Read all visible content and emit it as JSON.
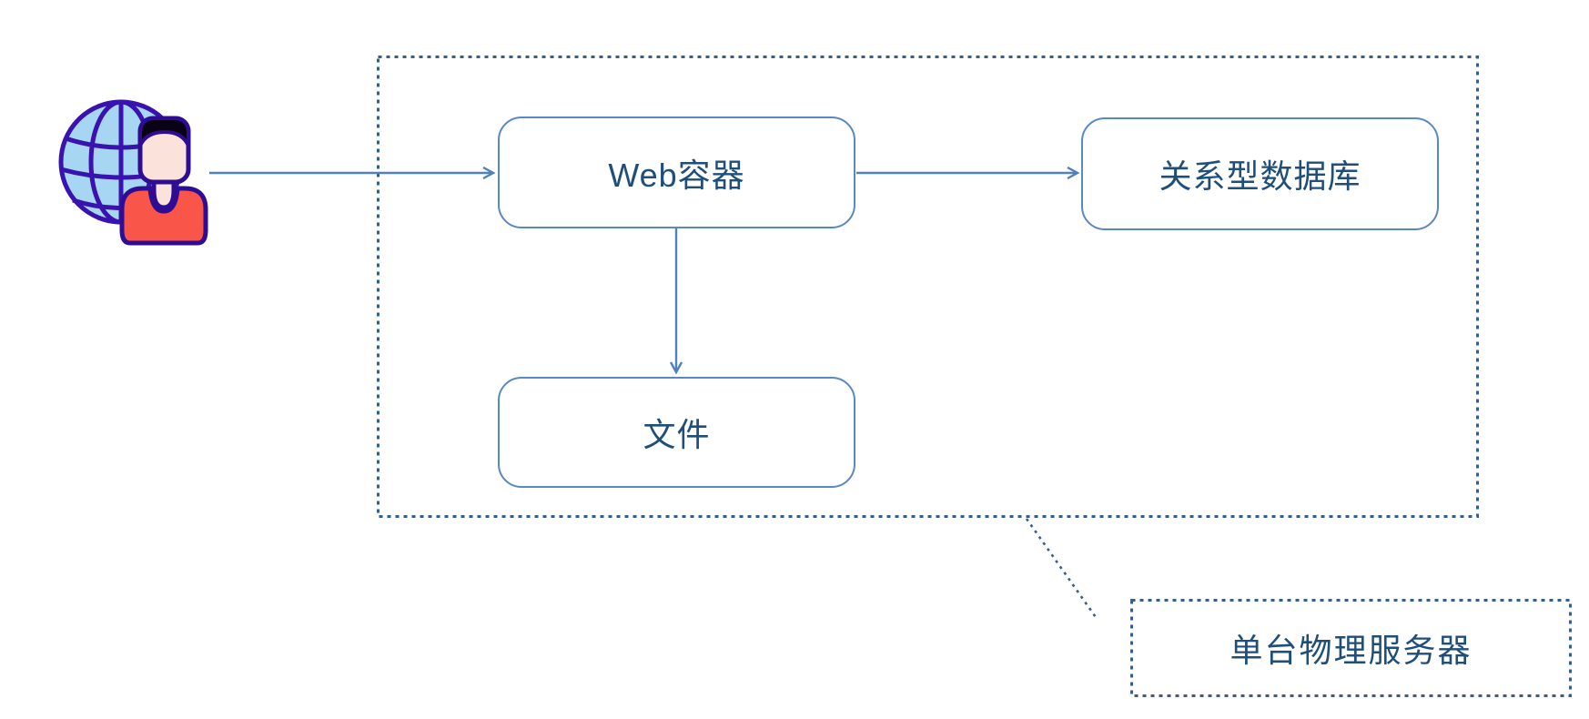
{
  "diagram": {
    "nodes": {
      "web": {
        "label": "Web容器"
      },
      "db": {
        "label": "关系型数据库"
      },
      "file": {
        "label": "文件"
      }
    },
    "callout": {
      "label": "单台物理服务器"
    },
    "edges": [
      {
        "from": "internet-user",
        "to": "web"
      },
      {
        "from": "web",
        "to": "db"
      },
      {
        "from": "web",
        "to": "file"
      }
    ],
    "icons": {
      "user": "internet-user-icon"
    },
    "colors": {
      "node_border": "#5b87c5",
      "arrow": "#4f81bd",
      "boundary_border": "#3a5e8c",
      "text": "#1f4e79",
      "globe_fill": "#a6d6f2",
      "globe_outline": "#3a12b0",
      "person_outline": "#2f0c94",
      "shirt": "#f95548",
      "skin": "#fbe3dc",
      "hair": "#0a0314"
    }
  }
}
